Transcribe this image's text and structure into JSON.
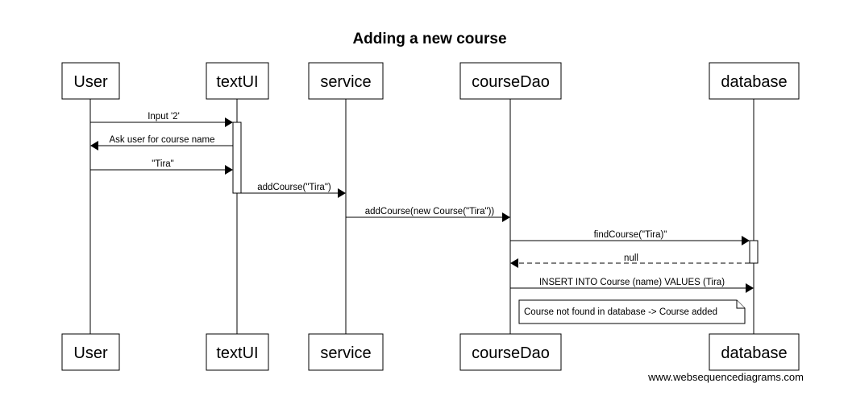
{
  "diagram": {
    "title": "Adding a new course",
    "participants": [
      {
        "id": "user",
        "label": "User"
      },
      {
        "id": "textui",
        "label": "textUI"
      },
      {
        "id": "service",
        "label": "service"
      },
      {
        "id": "coursedao",
        "label": "courseDao"
      },
      {
        "id": "database",
        "label": "database"
      }
    ],
    "messages": [
      {
        "from": "user",
        "to": "textui",
        "label": "Input '2'",
        "style": "solid"
      },
      {
        "from": "textui",
        "to": "user",
        "label": "Ask user for course name",
        "style": "solid"
      },
      {
        "from": "user",
        "to": "textui",
        "label": "\"Tira\"",
        "style": "solid"
      },
      {
        "from": "textui",
        "to": "service",
        "label": "addCourse(\"Tira\")",
        "style": "solid"
      },
      {
        "from": "service",
        "to": "coursedao",
        "label": "addCourse(new Course(\"Tira\"))",
        "style": "solid"
      },
      {
        "from": "coursedao",
        "to": "database",
        "label": "findCourse(\"Tira)\"",
        "style": "solid"
      },
      {
        "from": "database",
        "to": "coursedao",
        "label": "null",
        "style": "dashed"
      },
      {
        "from": "coursedao",
        "to": "database",
        "label": "INSERT INTO Course (name) VALUES (Tira)",
        "style": "solid"
      }
    ],
    "note": {
      "over": "coursedao",
      "text": "Course not found in database -> Course added"
    },
    "footer": "www.websequencediagrams.com"
  }
}
